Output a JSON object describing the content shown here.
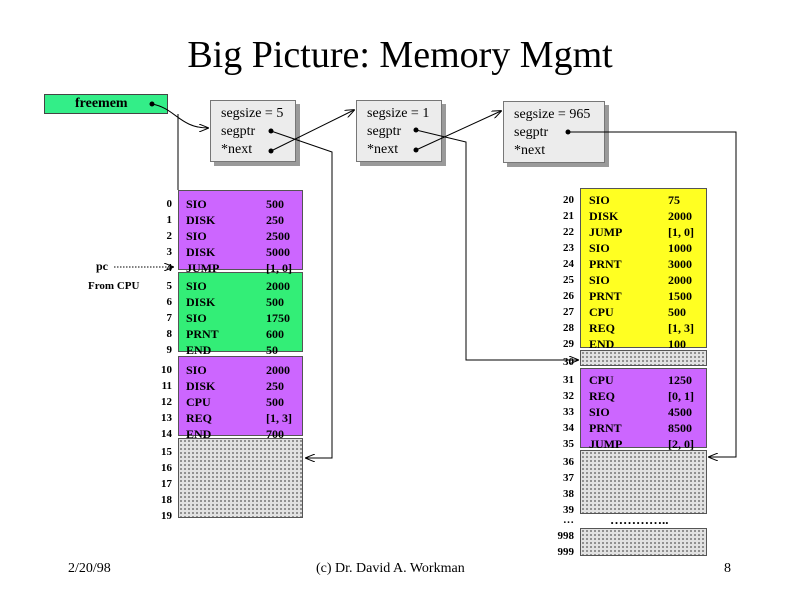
{
  "title": "Big Picture: Memory Mgmt",
  "freemem": "freemem",
  "segments": [
    {
      "size": "segsize = 5",
      "ptr": "segptr",
      "next": "*next"
    },
    {
      "size": "segsize = 1",
      "ptr": "segptr",
      "next": "*next"
    },
    {
      "size": "segsize = 965",
      "ptr": "segptr",
      "next": "*next"
    }
  ],
  "pc_label": "pc",
  "from_cpu": "From CPU",
  "left_memory": [
    {
      "addr": "0",
      "op": "SIO",
      "arg": "500",
      "group": "purple"
    },
    {
      "addr": "1",
      "op": "DISK",
      "arg": "250",
      "group": "purple"
    },
    {
      "addr": "2",
      "op": "SIO",
      "arg": "2500",
      "group": "purple"
    },
    {
      "addr": "3",
      "op": "DISK",
      "arg": "5000",
      "group": "purple"
    },
    {
      "addr": "4",
      "op": "JUMP",
      "arg": "[1, 0]",
      "group": "purple"
    },
    {
      "addr": "5",
      "op": "SIO",
      "arg": "2000",
      "group": "green"
    },
    {
      "addr": "6",
      "op": "DISK",
      "arg": "500",
      "group": "green"
    },
    {
      "addr": "7",
      "op": "SIO",
      "arg": "1750",
      "group": "green"
    },
    {
      "addr": "8",
      "op": "PRNT",
      "arg": "600",
      "group": "green"
    },
    {
      "addr": "9",
      "op": "END",
      "arg": "50",
      "group": "green"
    },
    {
      "addr": "10",
      "op": "SIO",
      "arg": "2000",
      "group": "purple2"
    },
    {
      "addr": "11",
      "op": "DISK",
      "arg": "250",
      "group": "purple2"
    },
    {
      "addr": "12",
      "op": "CPU",
      "arg": "500",
      "group": "purple2"
    },
    {
      "addr": "13",
      "op": "REQ",
      "arg": "[1, 3]",
      "group": "purple2"
    },
    {
      "addr": "14",
      "op": "END",
      "arg": "700",
      "group": "purple2"
    },
    {
      "addr": "15",
      "op": "",
      "arg": "",
      "group": "free"
    },
    {
      "addr": "16",
      "op": "",
      "arg": "",
      "group": "free"
    },
    {
      "addr": "17",
      "op": "",
      "arg": "",
      "group": "free"
    },
    {
      "addr": "18",
      "op": "",
      "arg": "",
      "group": "free"
    },
    {
      "addr": "19",
      "op": "",
      "arg": "",
      "group": "free"
    }
  ],
  "right_memory": [
    {
      "addr": "20",
      "op": "SIO",
      "arg": "75",
      "group": "yellow"
    },
    {
      "addr": "21",
      "op": "DISK",
      "arg": "2000",
      "group": "yellow"
    },
    {
      "addr": "22",
      "op": "JUMP",
      "arg": "[1, 0]",
      "group": "yellow"
    },
    {
      "addr": "23",
      "op": "SIO",
      "arg": "1000",
      "group": "yellow"
    },
    {
      "addr": "24",
      "op": "PRNT",
      "arg": "3000",
      "group": "yellow"
    },
    {
      "addr": "25",
      "op": "SIO",
      "arg": "2000",
      "group": "yellow"
    },
    {
      "addr": "26",
      "op": "PRNT",
      "arg": "1500",
      "group": "yellow"
    },
    {
      "addr": "27",
      "op": "CPU",
      "arg": "500",
      "group": "yellow"
    },
    {
      "addr": "28",
      "op": "REQ",
      "arg": "[1, 3]",
      "group": "yellow"
    },
    {
      "addr": "29",
      "op": "END",
      "arg": "100",
      "group": "yellow"
    },
    {
      "addr": "30",
      "op": "",
      "arg": "",
      "group": "free1"
    },
    {
      "addr": "31",
      "op": "CPU",
      "arg": "1250",
      "group": "purple"
    },
    {
      "addr": "32",
      "op": "REQ",
      "arg": "[0, 1]",
      "group": "purple"
    },
    {
      "addr": "33",
      "op": "SIO",
      "arg": "4500",
      "group": "purple"
    },
    {
      "addr": "34",
      "op": "PRNT",
      "arg": "8500",
      "group": "purple"
    },
    {
      "addr": "35",
      "op": "JUMP",
      "arg": "[2, 0]",
      "group": "purple"
    },
    {
      "addr": "36",
      "op": "",
      "arg": "",
      "group": "free"
    },
    {
      "addr": "37",
      "op": "",
      "arg": "",
      "group": "free"
    },
    {
      "addr": "38",
      "op": "",
      "arg": "",
      "group": "free"
    },
    {
      "addr": "39",
      "op": "",
      "arg": "",
      "group": "free"
    }
  ],
  "right_tail": [
    {
      "addr": "…"
    },
    {
      "addr": "998"
    },
    {
      "addr": "999"
    }
  ],
  "ellipsis": "…………..",
  "footer": {
    "date": "2/20/98",
    "author": "(c) Dr. David A. Workman",
    "page": "8"
  },
  "colors": {
    "purple": "#cc66ff",
    "green": "#33ee77",
    "yellow": "#ffff22",
    "segment": "#ececec",
    "freemem": "#33ee88"
  }
}
